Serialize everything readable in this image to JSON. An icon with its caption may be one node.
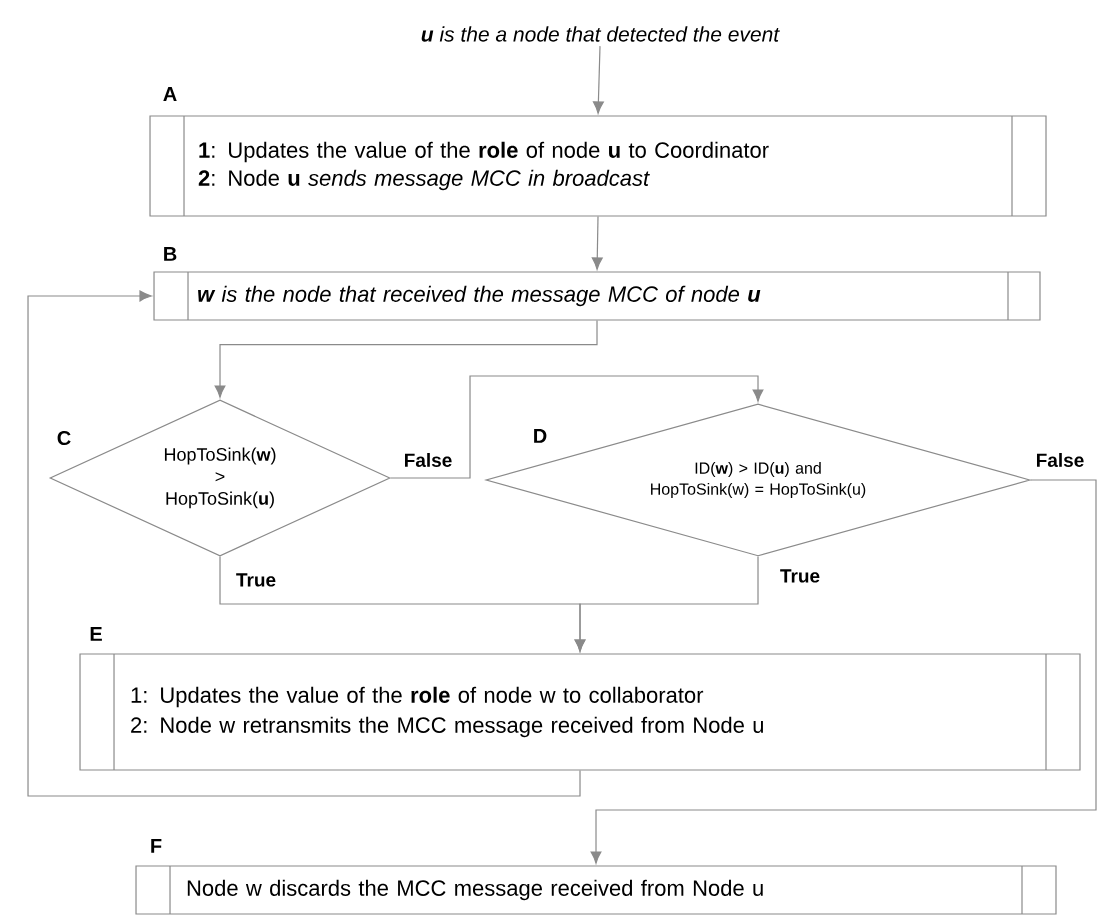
{
  "diagram": {
    "nodes": [
      {
        "text": [
          "**u** is the a node that detected the event"
        ]
      },
      {
        "text": [
          "A",
          "**1**: Updates the value of the **role** of node **u** to Coordinator",
          "**2**: Node **u** *sends message MCC in broadcast*"
        ]
      },
      {
        "text": [
          "B",
          "**w** is the node that received the message MCC of node **u**"
        ]
      },
      {
        "text": [
          "C",
          "HopToSink(**w**) > HopToSink(**u**)"
        ]
      },
      {
        "text": [
          "D",
          "ID(**w**) > ID(**u**) and HopToSink(w) = HopToSink(u)"
        ]
      },
      {
        "text": [
          "E",
          "1: Updates the value of the **role** of node w to collaborator",
          "2: Node w retransmits the MCC message received from Node u"
        ]
      },
      {
        "text": [
          "F",
          "Node w discards the MCC message received from Node u"
        ]
      }
    ],
    "edges": [
      {
        "from": 0,
        "to": 1,
        "arrow": "to"
      },
      {
        "from": 1,
        "to": 2,
        "arrow": "to"
      },
      {
        "from": 2,
        "to": 3,
        "arrow": "to"
      },
      {
        "from": 3,
        "to": 4,
        "arrow": "to",
        "label": "False"
      },
      {
        "from": 3,
        "to": 5,
        "arrow": "to",
        "label": "True"
      },
      {
        "from": 4,
        "to": 5,
        "arrow": "to",
        "label": "True"
      },
      {
        "from": 4,
        "to": 6,
        "arrow": "to",
        "label": "False"
      },
      {
        "from": 5,
        "to": 2,
        "arrow": "to"
      }
    ]
  }
}
